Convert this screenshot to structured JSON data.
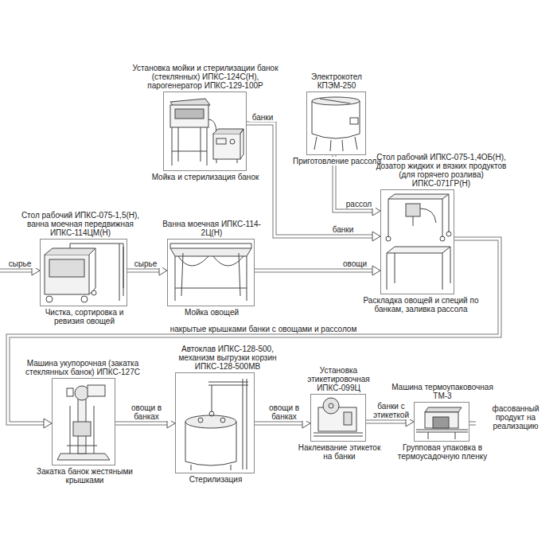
{
  "diagram": {
    "nodes": [
      {
        "text": [
          "Установка мойки и стерилизации банок (стеклянных) ИПКС-124С(Н), парогенератор ИПКС-129-100Р",
          "Мойка и стерилизация банок"
        ]
      },
      {
        "text": [
          "Электрокотел КПЭМ-250",
          "Приготовление рассола"
        ]
      },
      {
        "text": [
          "Стол рабочий ИПКС-075-1,5(Н), ванна моечная передвижная ИПКС-114ЦМ(Н)",
          "Чистка, сортировка и ревизия овощей"
        ]
      },
      {
        "text": [
          "Ванна моечная ИПКС-114-2Ц(Н)",
          "Мойка овощей"
        ]
      },
      {
        "text": [
          "Стол рабочий ИПКС-075-1,4ОБ(Н), дозатор жидких и вязких продуктов (для горячего розлива) ИПКС-071ГР(Н)",
          "Раскладка овощей и специй по банкам, заливка рассола"
        ]
      },
      {
        "text": [
          "Машина укупорочная (закатка стеклянных банок) ИПКС-127С",
          "Закатка банок жестяными крышками"
        ]
      },
      {
        "text": [
          "Автоклав ИПКС-128-500, механизм выгрузки корзин ИПКС-128-500МВ",
          "Стерилизация"
        ]
      },
      {
        "text": [
          "Установка этикетировочная ИПКС-099Ц",
          "Наклеивание этикеток на банки"
        ]
      },
      {
        "text": [
          "Машина термоупаковочная ТМ-3",
          "Групповая упаковка в термоусадочную пленку"
        ]
      }
    ],
    "edges": [
      {
        "from": 0,
        "to": 4,
        "label": "банки",
        "arrow": "to"
      },
      {
        "from": 1,
        "to": 4,
        "label": "рассол",
        "arrow": "to"
      },
      {
        "from": 3,
        "to": 4,
        "label": "овощи",
        "arrow": "to"
      },
      {
        "from": 2,
        "to": 3,
        "label": "сырье",
        "arrow": "to"
      },
      {
        "from": 4,
        "to": 5,
        "label": "накрытые крышками банки с овощами и рассолом",
        "arrow": "to"
      },
      {
        "from": 5,
        "to": 6,
        "label": "овощи в банках",
        "arrow": "to"
      },
      {
        "from": 6,
        "to": 7,
        "label": "овощи в банках",
        "arrow": "to"
      },
      {
        "from": 7,
        "to": 8,
        "label": "банки с этикеткой",
        "arrow": "to"
      }
    ],
    "labels": [
      "сырье",
      "банки",
      "фасованный продукт на реализацию"
    ]
  }
}
